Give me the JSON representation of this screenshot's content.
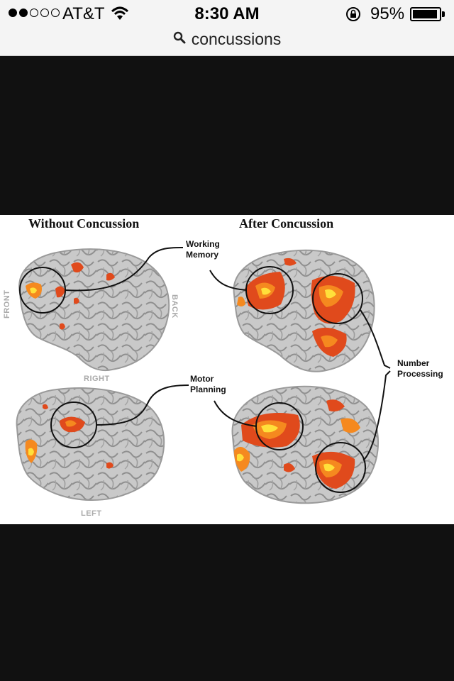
{
  "status_bar": {
    "signal_bars_filled": 2,
    "signal_bars_total": 5,
    "carrier": "AT&T",
    "time": "8:30 AM",
    "battery_percent": "95%",
    "battery_level": 0.95
  },
  "url_bar": {
    "query": "concussions",
    "icon": "search-icon"
  },
  "figure": {
    "left_heading": "Without Concussion",
    "right_heading": "After Concussion",
    "callouts": {
      "working_memory": [
        "Working",
        "Memory"
      ],
      "motor_planning": [
        "Motor",
        "Planning"
      ],
      "number_processing": [
        "Number",
        "Processing"
      ]
    },
    "orientation": {
      "front": "FRONT",
      "back": "BACK",
      "right": "RIGHT",
      "left": "LEFT"
    },
    "colors": {
      "activation_red": "#e04a1c",
      "activation_orange": "#f5891f",
      "activation_yellow": "#ffe03a",
      "brain_gray": "#c9c9c9"
    }
  }
}
